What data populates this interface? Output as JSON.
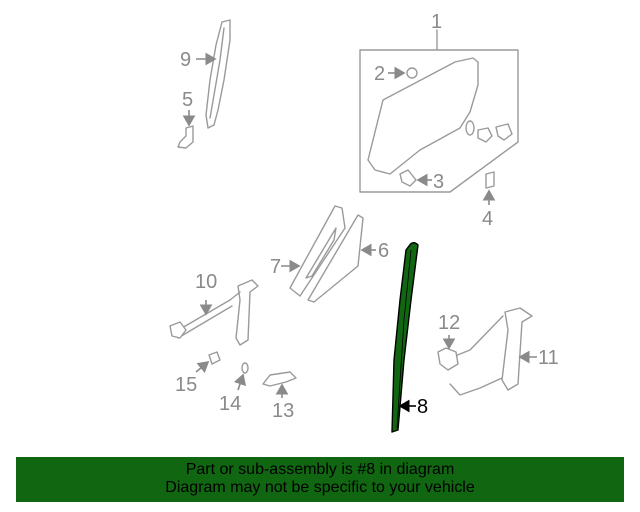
{
  "diagram": {
    "highlight_color": "#116611",
    "callouts": [
      {
        "id": "1",
        "label": "1"
      },
      {
        "id": "2",
        "label": "2"
      },
      {
        "id": "3",
        "label": "3"
      },
      {
        "id": "4",
        "label": "4"
      },
      {
        "id": "5",
        "label": "5"
      },
      {
        "id": "6",
        "label": "6"
      },
      {
        "id": "7",
        "label": "7"
      },
      {
        "id": "8",
        "label": "8",
        "highlighted": true
      },
      {
        "id": "9",
        "label": "9"
      },
      {
        "id": "10",
        "label": "10"
      },
      {
        "id": "11",
        "label": "11"
      },
      {
        "id": "12",
        "label": "12"
      },
      {
        "id": "13",
        "label": "13"
      },
      {
        "id": "14",
        "label": "14"
      },
      {
        "id": "15",
        "label": "15"
      }
    ]
  },
  "banner": {
    "line1": "Part or sub-assembly is #8 in diagram",
    "line2": "Diagram may not be specific to your vehicle",
    "background": "#116611"
  }
}
